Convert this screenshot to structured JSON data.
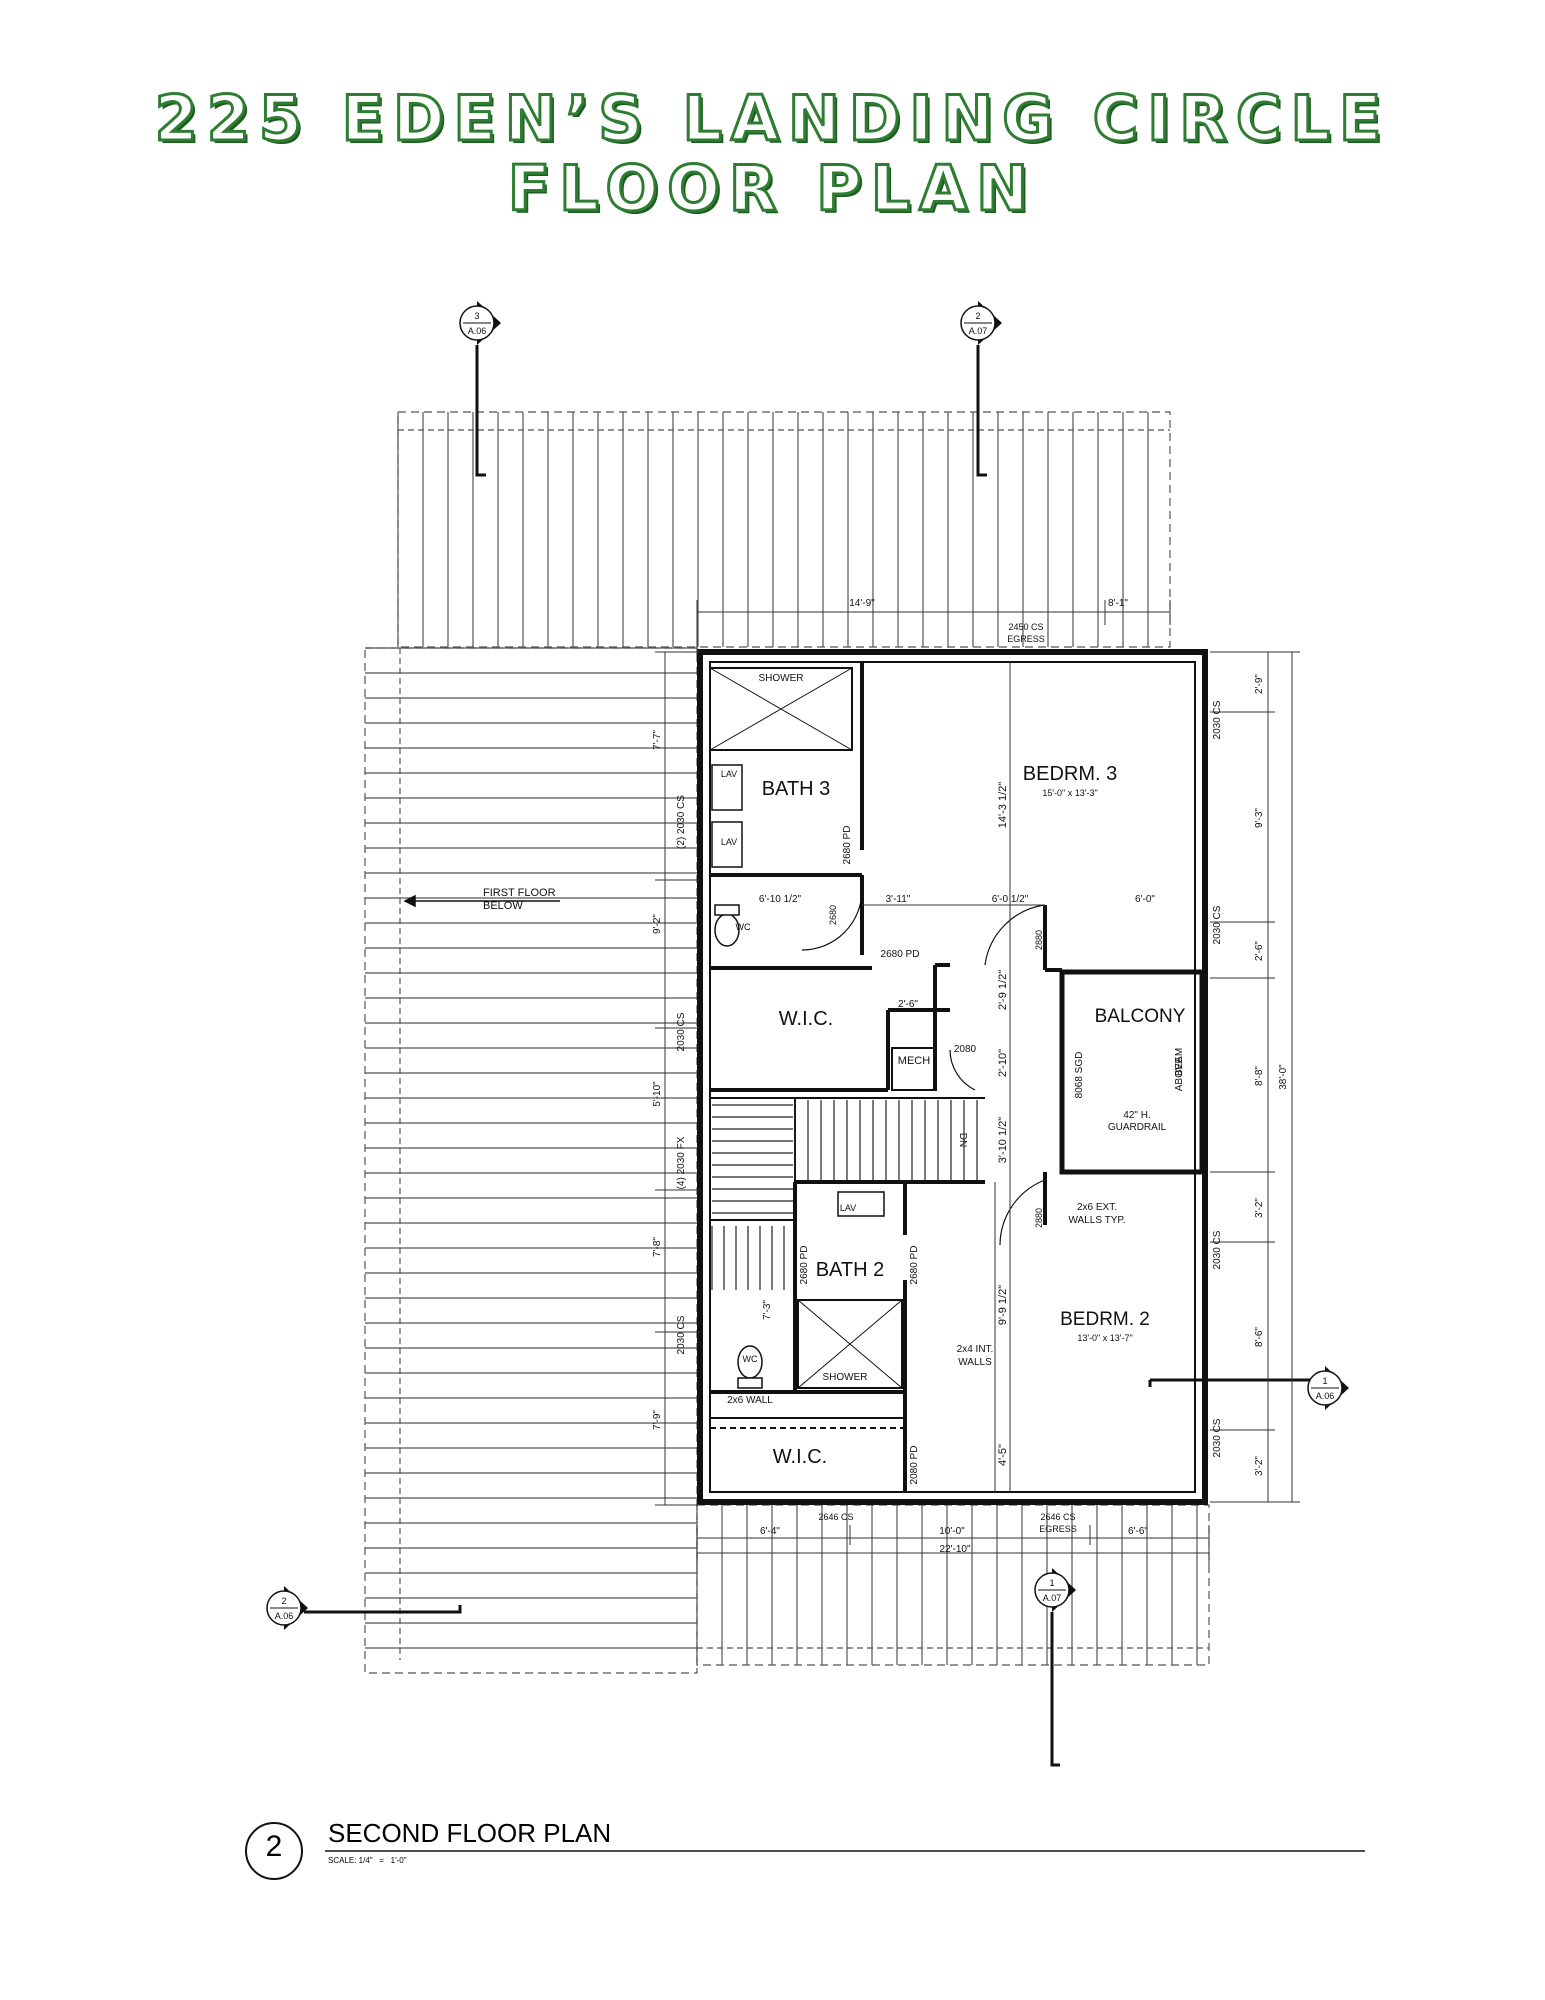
{
  "title": {
    "line1": "225 EDEN’S LANDING CIRCLE",
    "line2": "FLOOR PLAN"
  },
  "sheet": {
    "number": "2",
    "name": "SECOND FLOOR PLAN",
    "scale": "SCALE: 1/4\"   =   1'-0\""
  },
  "section_markers": [
    {
      "num": "3",
      "sheet": "A.06"
    },
    {
      "num": "2",
      "sheet": "A.07"
    },
    {
      "num": "1",
      "sheet": "A.06"
    },
    {
      "num": "2",
      "sheet": "A.06"
    },
    {
      "num": "1",
      "sheet": "A.07"
    }
  ],
  "rooms": [
    {
      "name": "BEDRM. 3",
      "dims": "15'-0\" x 13'-3\""
    },
    {
      "name": "BATH 3",
      "dims": ""
    },
    {
      "name": "W.I.C.",
      "dims": ""
    },
    {
      "name": "BALCONY",
      "dims": ""
    },
    {
      "name": "BATH 2",
      "dims": ""
    },
    {
      "name": "BEDRM. 2",
      "dims": "13'-0\" x 13'-7\""
    },
    {
      "name": "W.I.C.",
      "dims": ""
    },
    {
      "name": "MECH",
      "dims": ""
    }
  ],
  "fixtures": {
    "shower": "SHOWER",
    "lav": "LAV",
    "wc": "WC",
    "dn": "DN"
  },
  "notes": {
    "first_floor_below": [
      "FIRST FLOOR",
      "BELOW"
    ],
    "beam_above": [
      "BEAM",
      "ABOVE"
    ],
    "guardrail": [
      "42\" H.",
      "GUARDRAIL"
    ],
    "ext_walls": [
      "2x6 EXT.",
      "WALLS TYP."
    ],
    "int_walls": [
      "2x4 INT.",
      "WALLS"
    ],
    "wall_2x6": "2x6 WALL",
    "egress_top": [
      "2450 CS",
      "EGRESS"
    ],
    "egress_bottom": [
      "2646 CS",
      "EGRESS"
    ],
    "window_2646": "2646 CS"
  },
  "door_tags": {
    "pd_bath3": "2680 PD",
    "d_2680_a": "2680",
    "pd_wic": "2680 PD",
    "d_2880_a": "2880",
    "d_2080": "2080",
    "sgd": "8068 SGD",
    "d_2880_b": "2880",
    "pd_bath2_left": "2680 PD",
    "pd_bath2_right": "2680 PD",
    "pd_wic2": "2080 PD"
  },
  "window_tags": {
    "w_2030_cs_1": "2030 CS",
    "w_2030_cs_2": "2030 CS",
    "w_2030_cs_3": "2030 CS",
    "w_2030_cs_4": "2030 CS",
    "w_left_1": "(2) 2030 CS",
    "w_left_2": "2030 CS",
    "w_left_3": "(4) 2030 FX",
    "w_left_4": "2030 CS"
  },
  "dimensions": {
    "top": [
      "14'-9\"",
      "8'-1\""
    ],
    "bottom_row1": [
      "6'-4\"",
      "10'-0\"",
      "6'-6\""
    ],
    "bottom_row2": "22'-10\"",
    "right": [
      "2'-9\"",
      "9'-3\"",
      "2'-6\"",
      "8'-8\"",
      "3'-2\"",
      "8'-6\"",
      "3'-2\""
    ],
    "right_overall": "38'-0\"",
    "left": [
      "7'-7\"",
      "9'-2\"",
      "5'-10\"",
      "7'-8\"",
      "7'-9\""
    ],
    "interior": {
      "d_6_10": "6'-10 1/2\"",
      "d_3_11": "3'-11\"",
      "d_6_0_half": "6'-0 1/2\"",
      "d_6_0": "6'-0\"",
      "d_14_3": "14'-3 1/2\"",
      "d_2_6": "2'-6\"",
      "d_2_9": "2'-9 1/2\"",
      "d_2_10": "2'-10\"",
      "d_3_10": "3'-10 1/2\"",
      "d_9_9": "9'-9 1/2\"",
      "d_4_5": "4'-5\"",
      "d_7_3": "7'-3\""
    }
  },
  "colors": {
    "title_fill": "#ffffff",
    "title_stroke": "#2e7d32",
    "line": "#111111"
  }
}
